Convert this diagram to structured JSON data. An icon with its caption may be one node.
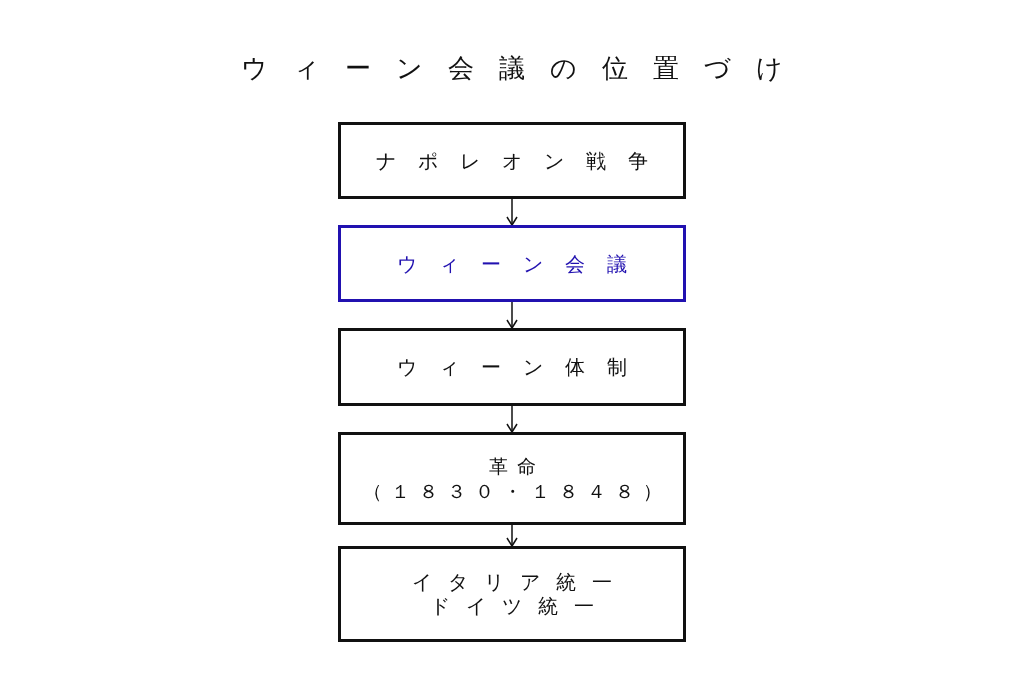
{
  "diagram": {
    "title": "ウィーン会議の位置づけ",
    "nodes": [
      {
        "text": [
          "ナポレオン戦争"
        ]
      },
      {
        "text": [
          "ウィーン会議"
        ]
      },
      {
        "text": [
          "ウィーン体制"
        ]
      },
      {
        "text": [
          "革命",
          "（１８３０・１８４８）"
        ]
      },
      {
        "text": [
          "イタリア統一",
          "ドイツ統一"
        ]
      }
    ],
    "edges": [
      {
        "from": 0,
        "to": 1,
        "arrow": "to"
      },
      {
        "from": 1,
        "to": 2,
        "arrow": "to"
      },
      {
        "from": 2,
        "to": 3,
        "arrow": "to"
      },
      {
        "from": 3,
        "to": 4,
        "arrow": "to"
      }
    ]
  }
}
